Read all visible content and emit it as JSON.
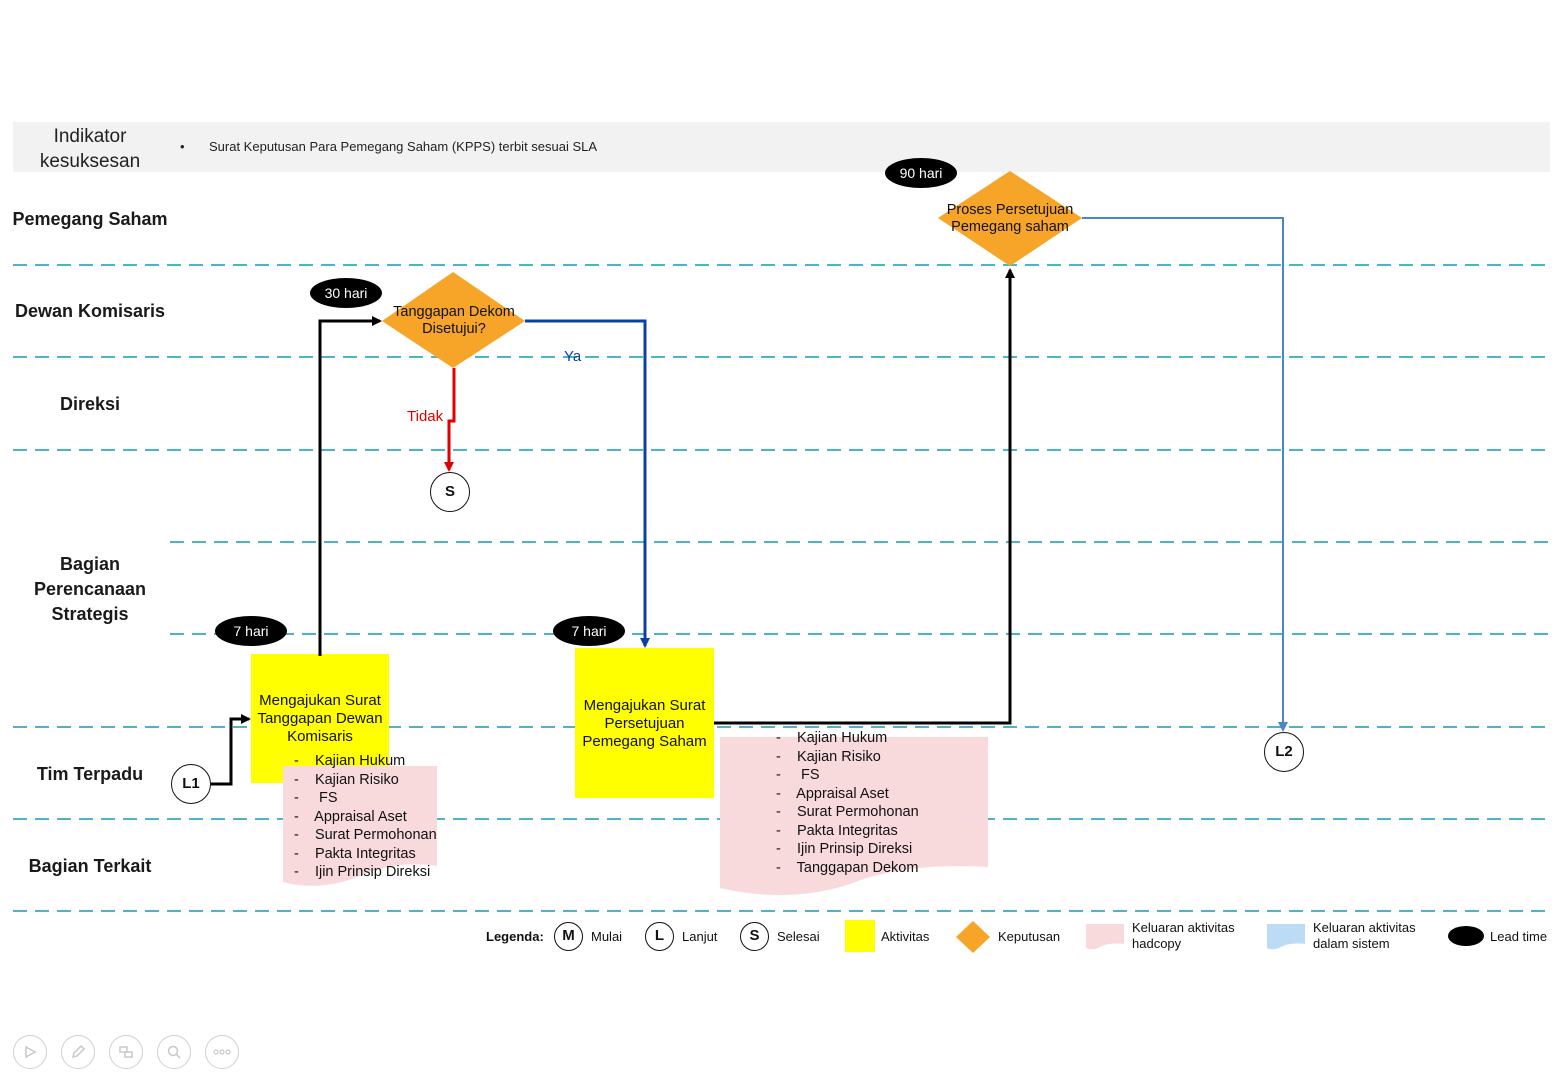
{
  "indicator": {
    "title": "Indikator kesuksesan",
    "bullet": "•",
    "text": "Surat Keputusan Para Pemegang Saham (KPPS) terbit sesuai SLA"
  },
  "lanes": [
    "Pemegang Saham",
    "Dewan Komisaris",
    "Direksi",
    "Bagian Perencanaan Strategis",
    "Tim Terpadu",
    "Bagian Terkait"
  ],
  "nodes": {
    "box1": "Mengajukan Surat Tanggapan Dewan Komisaris",
    "box2": "Mengajukan Surat Persetujuan Pemegang Saham",
    "decision1": "Tanggapan Dekom Disetujui?",
    "decision2": "Proses Persetujuan Pemegang saham",
    "connector_l1": "L1",
    "connector_s": "S",
    "connector_l2": "L2"
  },
  "lead_times": {
    "lt1": "7  hari",
    "lt2": "30  hari",
    "lt3": "7  hari",
    "lt4": "90  hari"
  },
  "edge_labels": {
    "tidak": "Tidak",
    "ya": "Ya"
  },
  "doc1_items": "-    Kajian Hukum\n-    Kajian Risiko\n-     FS\n-    Appraisal Aset\n-    Surat Permohonan\n-    Pakta Integritas\n-    Ijin Prinsip Direksi",
  "doc2_items": "-    Kajian Hukum\n-    Kajian Risiko\n-     FS\n-    Appraisal Aset\n-    Surat Permohonan\n-    Pakta Integritas\n-    Ijin Prinsip Direksi\n-    Tanggapan Dekom",
  "legend": {
    "title": "Legenda:",
    "m_symbol": "M",
    "m_label": "Mulai",
    "l_symbol": "L",
    "l_label": "Lanjut",
    "s_symbol": "S",
    "s_label": "Selesai",
    "aktivitas": "Aktivitas",
    "keputusan": "Keputusan",
    "hardcopy": "Keluaran aktivitas hadcopy",
    "sistem": "Keluaran aktivitas dalam sistem",
    "lead": "Lead time"
  },
  "controls": [
    "play-icon",
    "pen-icon",
    "slides-icon",
    "zoom-icon",
    "more-icon"
  ]
}
